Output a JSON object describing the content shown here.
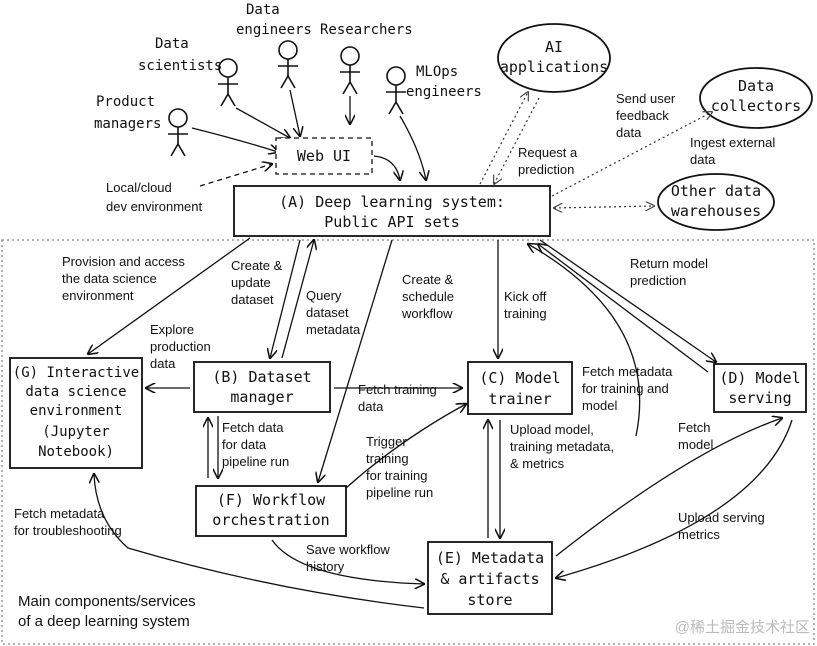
{
  "personas": [
    {
      "id": "product-managers",
      "lines": [
        "Product",
        "managers"
      ]
    },
    {
      "id": "data-scientists",
      "lines": [
        "Data",
        "scientists"
      ]
    },
    {
      "id": "data-engineers",
      "lines": [
        "Data",
        "engineers"
      ]
    },
    {
      "id": "researchers",
      "lines": [
        "Researchers"
      ]
    },
    {
      "id": "mlops-engineers",
      "lines": [
        "MLOps",
        "engineers"
      ]
    }
  ],
  "nodes": {
    "web_ui": {
      "lines": [
        "Web UI"
      ]
    },
    "api": {
      "lines": [
        "(A) Deep learning system:",
        "Public API sets"
      ]
    },
    "ai_apps": {
      "lines": [
        "AI",
        "applications"
      ]
    },
    "data_collectors": {
      "lines": [
        "Data",
        "collectors"
      ]
    },
    "other_warehouses": {
      "lines": [
        "Other data",
        "warehouses"
      ]
    },
    "interactive_env": {
      "lines": [
        "(G) Interactive",
        "data science",
        "environment",
        "(Jupyter",
        "Notebook)"
      ]
    },
    "dataset_manager": {
      "lines": [
        "(B) Dataset",
        "manager"
      ]
    },
    "model_trainer": {
      "lines": [
        "(C) Model",
        "trainer"
      ]
    },
    "model_serving": {
      "lines": [
        "(D) Model",
        "serving"
      ]
    },
    "workflow_orchestration": {
      "lines": [
        "(F) Workflow",
        "orchestration"
      ]
    },
    "metadata_store": {
      "lines": [
        "(E) Metadata",
        "& artifacts",
        "store"
      ]
    }
  },
  "edge_labels": {
    "local_dev": [
      "Local/cloud",
      "dev environment"
    ],
    "request_prediction": [
      "Request a",
      "prediction"
    ],
    "send_feedback": [
      "Send user",
      "feedback",
      "data"
    ],
    "ingest_external": [
      "Ingest external",
      "data"
    ],
    "provision": [
      "Provision and access",
      "the data science",
      "environment"
    ],
    "create_dataset": [
      "Create &",
      "update",
      "dataset"
    ],
    "query_dataset": [
      "Query",
      "dataset",
      "metadata"
    ],
    "create_workflow": [
      "Create &",
      "schedule",
      "workflow"
    ],
    "kick_off": [
      "Kick off",
      "training"
    ],
    "return_prediction": [
      "Return model",
      "prediction"
    ],
    "explore_data": [
      "Explore",
      "production",
      "data"
    ],
    "fetch_training": [
      "Fetch training",
      "data"
    ],
    "fetch_meta_train": [
      "Fetch metadata",
      "for training and",
      "model"
    ],
    "fetch_pipeline": [
      "Fetch data",
      "for data",
      "pipeline run"
    ],
    "trigger_training": [
      "Trigger",
      "training",
      "for training",
      "pipeline run"
    ],
    "upload_model": [
      "Upload model,",
      "training metadata,",
      "& metrics"
    ],
    "fetch_model": [
      "Fetch",
      "model"
    ],
    "fetch_troubleshoot": [
      "Fetch metadata",
      "for troubleshooting"
    ],
    "upload_serving": [
      "Upload serving",
      "metrics"
    ],
    "save_history": [
      "Save workflow",
      "history"
    ]
  },
  "caption": [
    "Main components/services",
    "of a deep learning system"
  ],
  "watermark": "@稀土掘金技术社区"
}
